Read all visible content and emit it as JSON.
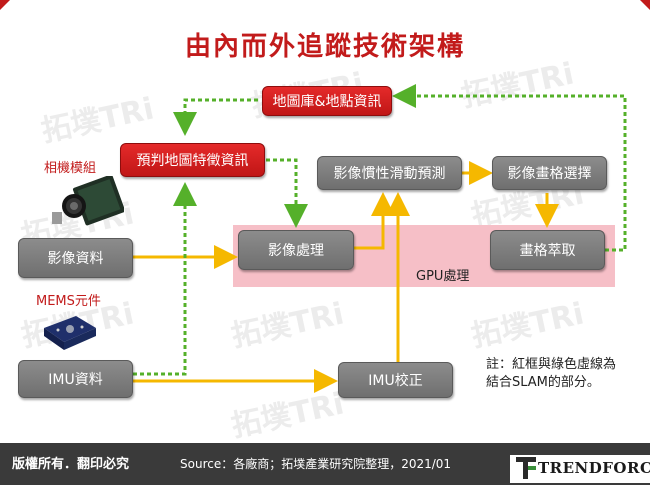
{
  "title": "由內而外追蹤技術架構",
  "watermark": "拓墣TRi",
  "nodes": {
    "map_db": "地圖庫&地點資訊",
    "predict_map": "預判地圖特徵資訊",
    "inertia_predict": "影像慣性滑動預測",
    "frame_select": "影像畫格選擇",
    "image_data": "影像資料",
    "image_process": "影像處理",
    "frame_extract": "畫格萃取",
    "imu_data": "IMU資料",
    "imu_calibrate": "IMU校正"
  },
  "gpu_label": "GPU處理",
  "component_labels": {
    "camera": "相機模組",
    "mems": "MEMS元件"
  },
  "note": [
    "註：紅框與綠色虛線為",
    "結合SLAM的部分。"
  ],
  "footer": {
    "rights": "版權所有．翻印必究",
    "source": "Source：各廠商；拓墣產業研究院整理，2021/01",
    "brand": "TRENDFORCE"
  },
  "colors": {
    "accent_red": "#c21b1b",
    "arrow_yellow": "#f5b800",
    "slam_green": "#55b02a",
    "gpu_zone": "#f6bfc7"
  }
}
